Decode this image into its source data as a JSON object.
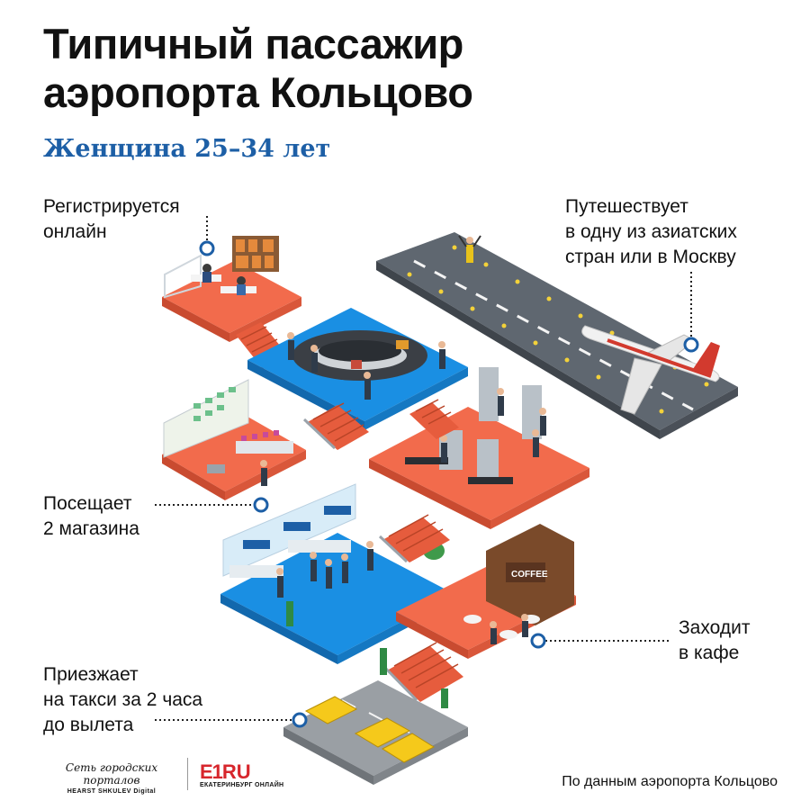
{
  "title": {
    "line1": "Типичный пассажир",
    "line2": "аэропорта Кольцово"
  },
  "subtitle": "Женщина 25–34 лет",
  "annotations": {
    "register": "Регистрируется\nонлайн",
    "travel": "Путешествует\nв одну из азиатских\nстран или в Москву",
    "shops": "Посещает\n2 магазина",
    "cafe": "Заходит\nв кафе",
    "taxi": "Приезжает\nна такси за 2 часа\nдо вылета"
  },
  "scene_text": {
    "coffee_sign": "COFFEE"
  },
  "footer": {
    "source": "По данным аэропорта Кольцово",
    "logo1_line1": "Сеть городских порталов",
    "logo1_line2": "HEARST SHKULEV Digital",
    "logo2_e1": "E1",
    "logo2_ru": "RU",
    "logo2_sub": "ЕКАТЕРИНБУРГ ОНЛАЙН"
  },
  "colors": {
    "accent_blue": "#1d5fa6",
    "floor_orange": "#f26b4c",
    "floor_blue": "#1a8fe3",
    "runway": "#5f6770",
    "parking": "#9a9fa4",
    "marker_ring": "#1d5fa6"
  }
}
